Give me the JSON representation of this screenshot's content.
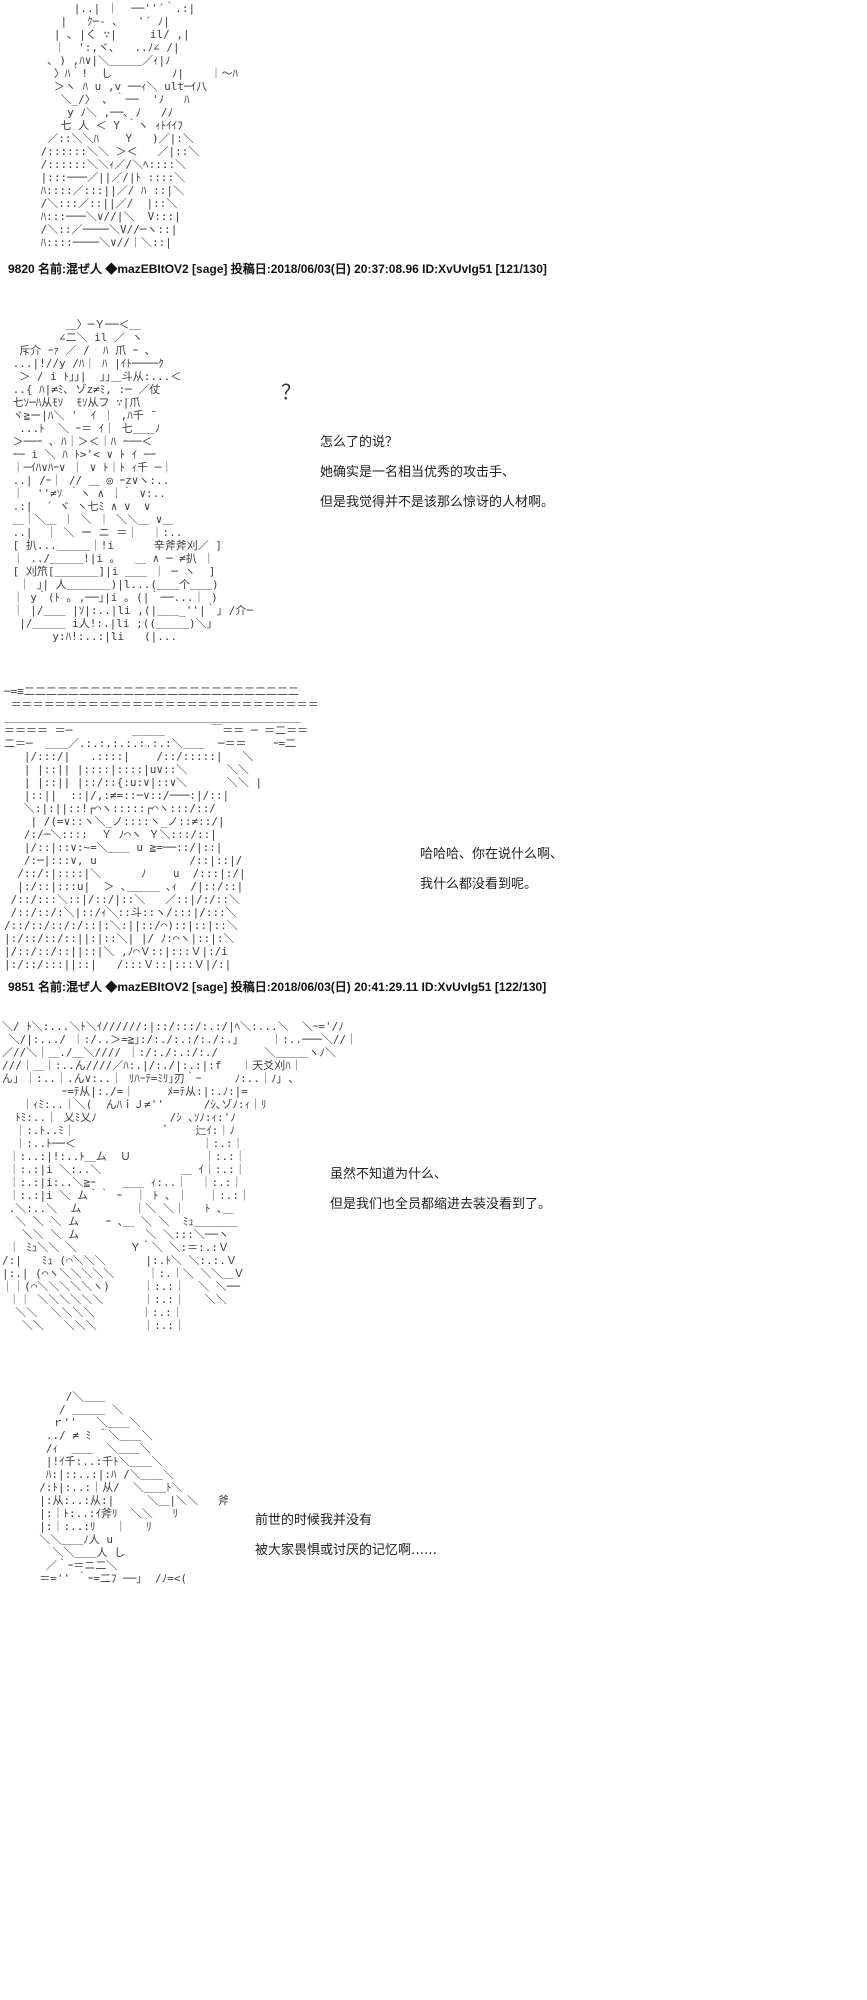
{
  "page": {
    "background": "#ffffff",
    "text_color": "#3d3d3d",
    "header_color": "#111111"
  },
  "posts": {
    "p9820": {
      "header": "9820 名前:混ぜ人 ◆mazEBItOV2 [sage] 投稿日:2018/06/03(日) 20:37:08.96 ID:XvUvIg51 [121/130]"
    },
    "p9851": {
      "header": "9851 名前:混ぜ人 ◆mazEBItOV2 [sage] 投稿日:2018/06/03(日) 20:41:29.11 ID:XvUvIg51 [122/130]"
    }
  },
  "dialogues": {
    "d2": [
      "怎么了的说？",
      "她确实是一名相当优秀的攻击手、",
      "但是我觉得并不是该那么惊讶的人材啊。"
    ],
    "d3": [
      "哈哈哈、你在说什么啊、",
      "我什么都没看到呢。"
    ],
    "d4": [
      "虽然不知道为什么、",
      "但是我们也全员都缩进去装没看到了。"
    ],
    "d5": [
      "前世的时候我并没有",
      "被大家畏惧或讨厌的记忆啊……"
    ]
  },
  "effects": {
    "question_mark": "？"
  },
  "aa": {
    "block1": [
      "      |..| ｜  ──''´｀.:|",
      "    |   ｸ─- ､   '´ ﾉ|",
      "   | ､ |く ∵|     il/ ,|",
      "   ｜  ':,ヾ､   ..ﾉ∠ /|",
      "  ､ ) ,ﾊ∨|＼＿＿＿／ｨ|ﾉ",
      "   〉ﾊ｀!  し         ﾉ|    ｜～ﾊ",
      "   ＞ヽ ﾊ u ,v ──ｨ＼ ult─ｲ八",
      "    ＼_/〉 ､ ｀──  'ﾉ   ﾊ",
      "     y ﾉ＼ ,──､ ﾉ   /ﾉ",
      "    七 人 ＜ Y ｀ヽ ｨﾄｲｲﾌ",
      "  ／::＼＼ﾊ    Y   )／|:＼",
      " /::::::＼＼ ＞＜   ／|::＼",
      " /::::::＼＼ｨ／/＼ﾍ::::＼",
      " |:::───／||／/|ﾄ ::::＼",
      " ﾊ::::／:::||／/ ﾊ ::|＼",
      " /＼:::／::||／/  |::＼",
      " ﾊ:::───＼∨//|＼  V:::|",
      " /＼::／────＼V//─ヽ::|",
      " ﾊ::::────＼∨//｜＼::|"
    ],
    "block2": [
      "         ＿〉─Ｙ──＜＿",
      "        ∠二＼ il ／ ヽ",
      "  斥介 ｰｧ ／ /  ﾊ 爪 ｰ ､",
      " ...|!//y /ﾊ｜ ﾊ |ｲﾄ────ｸ",
      "  ＞ / i ﾄ｣｣|  ｣｣＿斗从:...＜",
      " ..{ ﾊ|≠ﾐ､ ゾz≠ﾐ, :─ ／仗",
      " 七ｿ─ﾊ从ﾓｿ  ﾓｿ从フ ∵|爪",
      " ヾ≧ー|ﾊ＼ '  ｲ ｜ ,ﾊ千 ̄",
      "  ...ﾄ  ＼ ｰ＝ ｲ｜ 七＿＿ﾉ",
      " ＞──ｰ ､ ﾊ｜＞＜｜ﾊ ｰ──＜",
      " ｰ─ i ＼ ﾊ ﾄ>'< ∨ ﾄ ｲ ─ｰ",
      " ｜─ｲﾊ∨ﾊｰ∨ ｜ ∨ ﾄ｜ﾄ ｨ千 ─｜",
      " ..| /ｰ｜ // ＿ ◎ ｰz∨ヽ:..",
      " ｜  ''≠ｿ ｀ヽ ∧ ｜｀ ∨:..",
      " .:|  ´ ヾ ヽ七ﾐ ∧ ∨  ∨",
      " ＿｜＼＿ ｜ ＼ ｜ ＼＼＿ ∨＿",
      " ..|  ｜ ＼ ー ニ ＝｜  ｜:..",
      " [ 扒...＿＿＿｜!i      辛斧斧刈／ ]",
      " ｜ ../＿＿＿!|i ｡   ＿ ∧ ─ ≠扒 ｜",
      " [ 刈笊[＿＿＿＿]|i ＿＿ ｜ ─ ヽ  ]",
      "  ｜ ｣| 人＿＿＿＿)|l...(＿＿个＿＿)",
      " ｜ y｀(ﾄ ｡ ,──｣|i ｡ (|｀──...｜ )",
      " ｜ |/＿＿ |ｿ|:..|li ,(|＿＿_''|｀｣ /介─",
      "  |/＿＿＿ i人!:.|li ;((＿＿＿)＼｣",
      "       y:ﾊ!:..:|li   (|..."
    ],
    "block3": [
      "─=≡二二二二二二二二二二二二二二二二二二二二二二二二二",
      " ＝＝＝＝＝＝＝＝＝＝＝＝＝＝＝＝＝＝＝＝＝＝＝＝＝＝＝＝",
      "＿＿＿＿＿＿＿＿＿＿＿＿＿＿＿＿＿＿＿＿＿＿＿＿＿＿＿",
      "＝＝＝＝ ＝─         ＿＿＿       ￣＝＝ ─ ＝二＝＝",
      "二＝─  ＿＿／.:.:.:.:.:.:.:＼＿＿  ─＝＝    ｰ=二",
      "   |/:::/|   .::::|    /::/:::::|   ＼",
      "   | |::|| |::::|::::|u∨::＼      ＼＼",
      "   | |::|| |::/::{:u:∨|::∨＼      ＼＼ |",
      "   |::||  ::|/,:≠=::─∨::/───:|/::|",
      "   ＼:|:||::!┌⌒ヽ:::::┌⌒ヽ:::/::/",
      "    | /(=∨::ヽ＼_ノ::::ヽ_ノ::≠::/|",
      "   /:/─＼::::  Ｙ ﾉ⌒ヽ Ｙ＼:::/::|",
      "   |/::|::∨:~=＼＿＿ u ≧=──::/|::|",
      "   /:─|:::∨, u              /::|::|/",
      "  /::/:|::::|＼      ﾉ    u  /:::|:/|",
      "  |:/::|:::u|  ＞ ､＿＿＿ ､ｨ  /|::/::|",
      " /::/:::＼::|/::/|::＼   ／::|/:/::＼",
      " /::/::/:＼|::/ｨ＼::斗::ヽ/:::|/:::＼",
      "/::/::/::/:/::|:＼:||::/⌒)::|::|::＼",
      "|:/::/::/::||:|::＼| |/ ﾉ:⌒ヽ|::|:＼",
      "|/::/::/::||::|＼ ,ﾉ⌒Ｖ::|:::Ｖ|:/i",
      "|:/::/:::||::|   /:::Ｖ::|:::Ｖ|/:|"
    ],
    "block4": [
      "＼/ ﾄ＼:...＼ﾄ＼ｲ//////:|::/:::/:.:/|ﾍ＼:...＼  ＼ｰ='/ﾉ",
      " ＼/|:.../ ｜:/..＞=≧｣:/:./:.:/:./:.｣     ｜:..───＼//｜",
      "／//＼｜＿./＿＼//// ｜:/:./:.:/:./       ＼＿＿＿ヽﾉ＼",
      "///｜＿｜:..ん////／ﾊ:.|/:./|:.:|:f   ｜天爻刈ﾊ｜",
      "ん｣ ｜:..｜.ん∨:..｜ ﾘﾊｰﾃ=ﾐﾘ｣刃｀ｰ     ﾉ:..｜ﾉ｣ ､",
      "         ｰ=ﾃ从|:./=｜     ﾒ=ﾃ从:|:.ﾉ:|=",
      "   ｜ｨﾐ:..｜＼(  んﾊｉＪ≠''      /ｼ､ゾﾉ:ｨ｜ﾘ",
      "  ﾄﾐ:..｜ 乂ﾐ乂ﾉ           /ｼ ､ｿﾉ:ｨ:'ﾉ",
      "  ｜:.ﾄ..ﾐ｜              ﾞ    辷ｲ:｜ﾉ",
      "  ｜:..ﾄ──＜                   ｜:.:｜",
      " ｜:..:|!:..ﾄ＿ム  Ｕ           ｜:.:｜",
      " ｜:.:|i ＼:..＼            ＿ ｲ｜:.:｜",
      " ｜:.:|i:..＼≧ｰ    ＿＿ ｨ:..｜  ｜:.:｜",
      " ｜:.:|i ＼ ム｀｀ ｰ  ｜ ﾄ ､ ｜   ｜:.:｜",
      " .＼:..＼  ム        ｜＼ ＼｜   ﾄ ､＿",
      "  ＼ ＼ ＼ ム    ｰ ､＿ ＼ ＼  ﾐｭ＿＿＿＿",
      "   ＼＼ ＼ ム          ＼ ＼:::＼──ヽ",
      " ｜ ﾐｭ＼＼ ＼        Ｙ｀＼ ＼:＝:.:Ｖ",
      "/:|   ﾐｭ (⌒＼＼＼      |:.ﾄ＼ ＼:.:.Ｖ",
      "|:.| (⌒ヽ＼＼＼＼＼     ｜:.｜＼ ＼＼＿Ｖ",
      "｜｜(⌒＼＼＼＼＼ヽ)     ｜:.:｜  ＼ ＼──",
      " ｜｜ ＼＼＼＼＼＼      ｜:.:｜   ＼＼",
      "  ＼＼  ＼＼＼＼       ｜:.:｜",
      "   ＼＼   ＼＼＼       ｜:.:｜"
    ],
    "block5": [
      "      /＼＿＿",
      "     / ＿＿＿ ＼",
      "    ｒ''   ＼＿＿＼",
      "   ../ ≠ ﾐ ｀＼＿＿＼",
      "   /ｨ  ＿＿  ＼＿＿＼",
      "   |!ｲ千:..:千ﾄ＼＿＿＼",
      "   ﾊ:|::..:|:ﾊ /＼＿＿＼",
      "  /:ﾄ|:..:｜从/  ＼＿＿ﾄ＼",
      "  |:从:..:从:|     ＼＿|＼＼   斧",
      "  |:｜ﾄ:..:ｲ斧ﾘ  ＼＼   ﾘ",
      "  |:｜:..:ﾘ   ｜   ﾘ",
      "  ＼＼＿＿ﾉ人 u",
      "    ＼＼＿＿人 し",
      "   ／｀ｰ＝ニ二＼",
      "  ＝='' ｀ｰ=二ﾌ ──｣  /ﾉ=<("
    ]
  }
}
